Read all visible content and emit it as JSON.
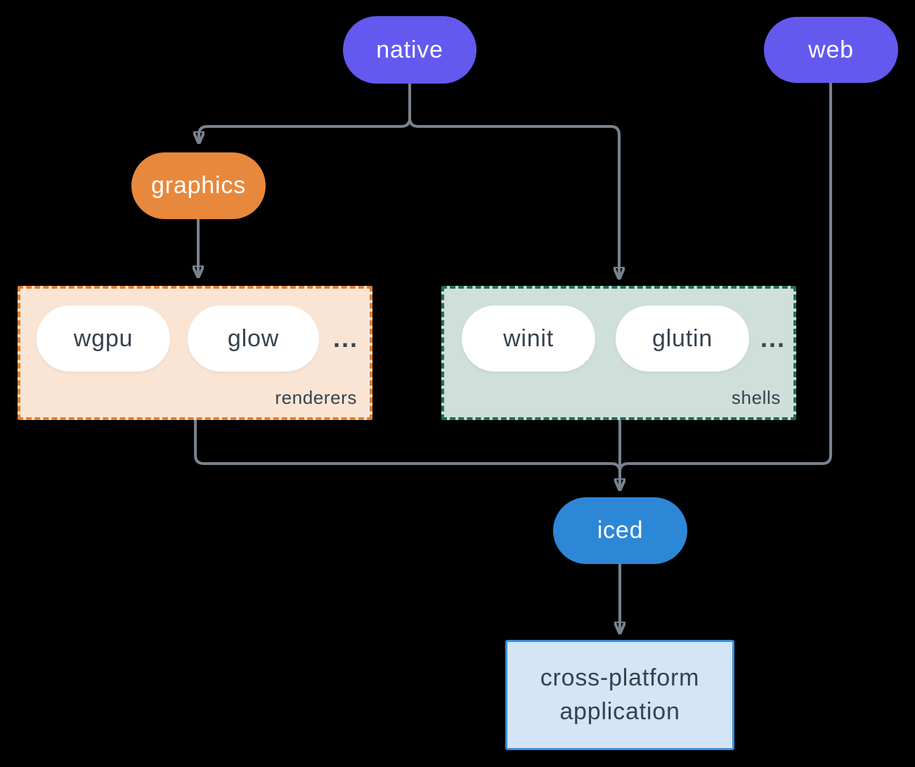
{
  "diagram": {
    "background": "#000000",
    "connector_color": "#78838F"
  },
  "nodes": {
    "native": {
      "label": "native",
      "fill": "#6459EF",
      "text_color": "#FFFFFF"
    },
    "web": {
      "label": "web",
      "fill": "#6459EF",
      "text_color": "#FFFFFF"
    },
    "graphics": {
      "label": "graphics",
      "fill": "#E8883C",
      "text_color": "#FFFFFF"
    },
    "iced": {
      "label": "iced",
      "fill": "#2D87D7",
      "text_color": "#FFFFFF"
    },
    "application": {
      "label": "cross-platform application",
      "fill": "#D3E5F6",
      "border": "#3A8EDE",
      "text_color": "#36424E"
    }
  },
  "groups": {
    "renderers": {
      "label": "renderers",
      "fill": "#FAE5D5",
      "border": "#E2802F",
      "items": [
        "wgpu",
        "glow"
      ],
      "ellipsis": "...",
      "item_text_color": "#36424E"
    },
    "shells": {
      "label": "shells",
      "fill": "#CFDFD9",
      "border": "#1E6F60",
      "items": [
        "winit",
        "glutin"
      ],
      "ellipsis": "...",
      "item_text_color": "#36424E"
    }
  }
}
